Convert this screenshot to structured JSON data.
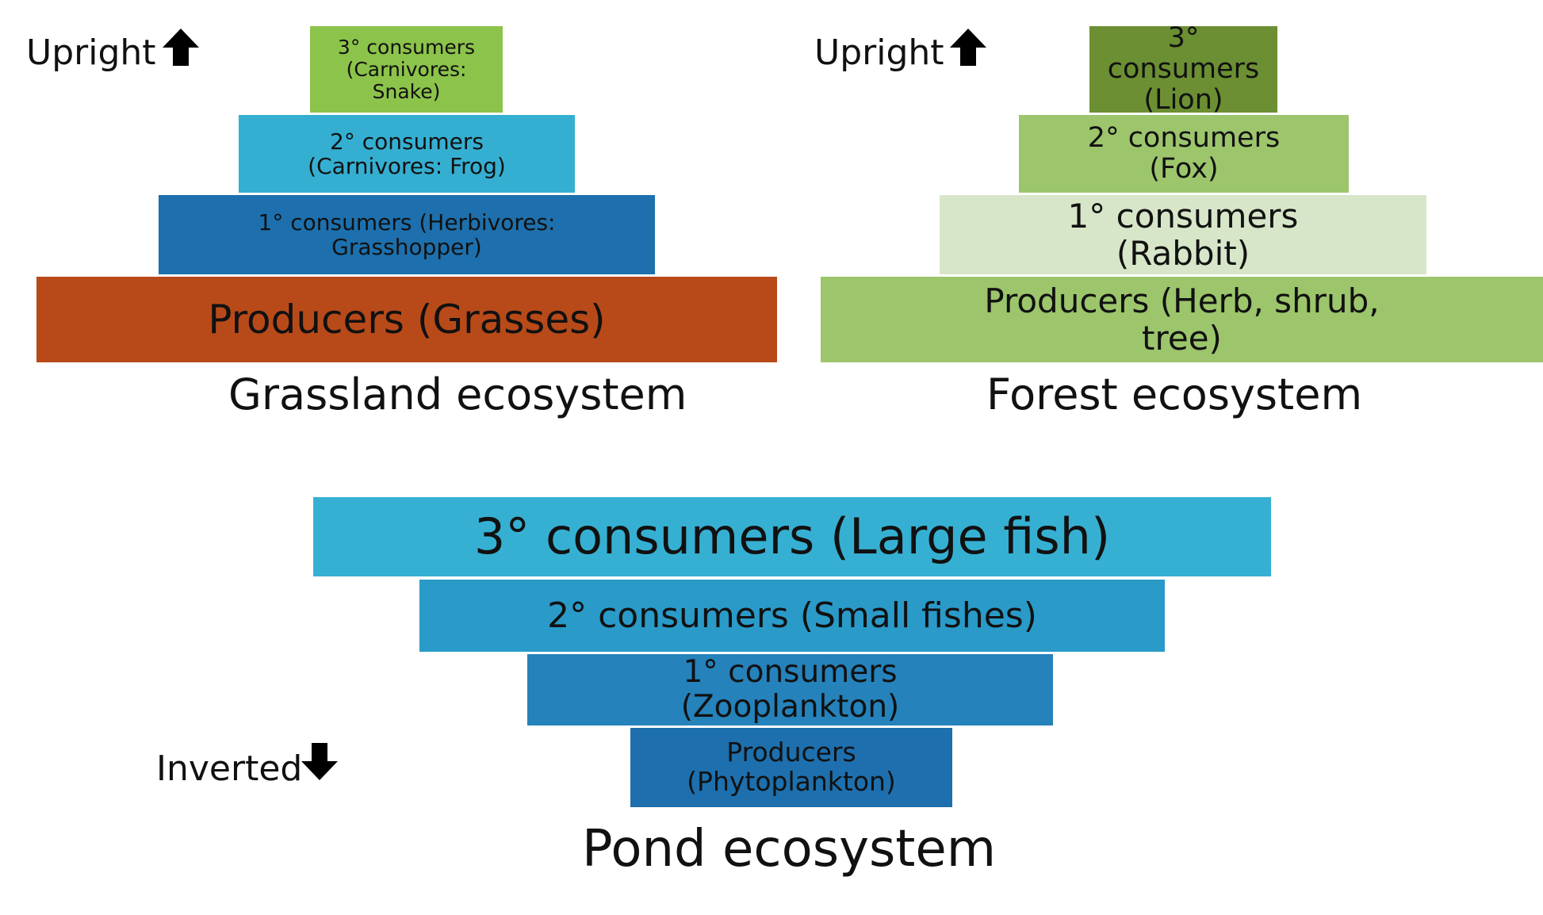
{
  "grassland": {
    "direction_label": "Upright",
    "caption": "Grassland ecosystem",
    "tiers": {
      "tertiary": {
        "text": "3° consumers\n(Carnivores:\nSnake)",
        "color": "#8cc34a"
      },
      "secondary": {
        "text": "2° consumers\n(Carnivores: Frog)",
        "color": "#35afd1"
      },
      "primary": {
        "text": "1° consumers (Herbivores:\nGrasshopper)",
        "color": "#1d70ad"
      },
      "producers": {
        "text": "Producers (Grasses)",
        "color": "#b84a19"
      }
    }
  },
  "forest": {
    "direction_label": "Upright",
    "caption": "Forest ecosystem",
    "tiers": {
      "tertiary": {
        "text": "3° consumers\n(Lion)",
        "color": "#6b8f32"
      },
      "secondary": {
        "text": "2° consumers\n(Fox)",
        "color": "#9cc56c"
      },
      "primary": {
        "text": "1° consumers\n(Rabbit)",
        "color": "#d7e6c8"
      },
      "producers": {
        "text": "Producers (Herb, shrub,\ntree)",
        "color": "#9cc56c"
      }
    }
  },
  "pond": {
    "direction_label": "Inverted",
    "caption": "Pond ecosystem",
    "tiers": {
      "tertiary": {
        "text": "3° consumers (Large fish)",
        "color": "#36b0d2"
      },
      "secondary": {
        "text": "2° consumers (Small fishes)",
        "color": "#2a9ac9"
      },
      "primary": {
        "text": "1° consumers\n(Zooplankton)",
        "color": "#2582bb"
      },
      "producers": {
        "text": "Producers\n(Phytoplankton)",
        "color": "#1d6fad"
      }
    }
  }
}
